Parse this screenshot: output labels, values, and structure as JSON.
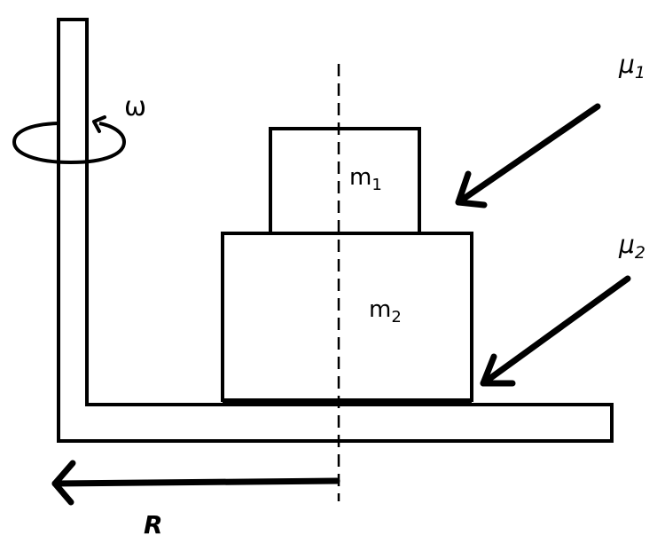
{
  "labels": {
    "omega": "ω",
    "mass_top": "m",
    "mass_top_sub": "1",
    "mass_bottom": "m",
    "mass_bottom_sub": "2",
    "mu_1": "μ",
    "mu_1_sub": "1",
    "mu_2": "μ",
    "mu_2_sub": "2",
    "radius": "R"
  },
  "colors": {
    "ink": "#000000",
    "background": "#ffffff"
  }
}
